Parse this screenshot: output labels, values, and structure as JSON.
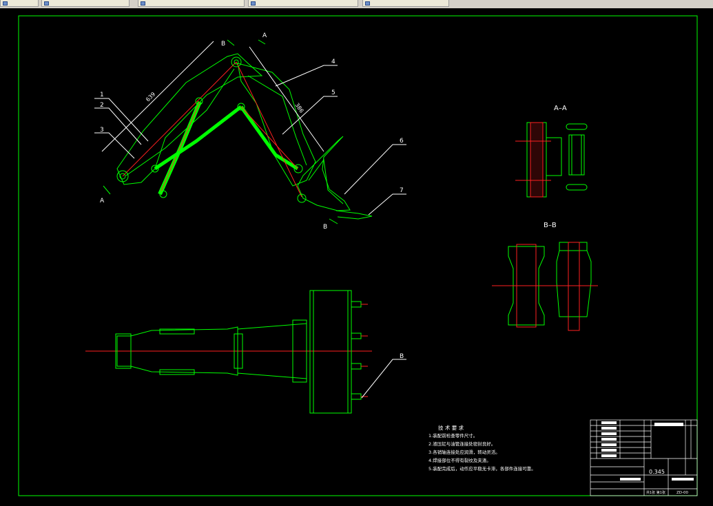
{
  "tabs": [
    {
      "label": "",
      "icon": "document-icon"
    },
    {
      "label": "",
      "icon": "document-icon"
    },
    {
      "label": "",
      "icon": "document-icon"
    },
    {
      "label": "",
      "icon": "document-icon"
    },
    {
      "label": "",
      "icon": "document-icon"
    }
  ],
  "drawing": {
    "section_labels": {
      "aa": "A–A",
      "bb": "B–B"
    },
    "cut_marks": {
      "a_top": "A",
      "a_bottom": "A",
      "b_top": "B",
      "b_bottom": "B",
      "b_plan": "B"
    },
    "part_numbers": [
      "1",
      "2",
      "3",
      "4",
      "5",
      "6",
      "7"
    ],
    "dimensions": {
      "boom": "639",
      "arm": "386"
    },
    "notes_title": "技 术 要 求",
    "notes": [
      "1.装配前检查零件尺寸。",
      "2.液压缸与油管连接处密封良好。",
      "3.各销轴连接处应润滑，转动灵活。",
      "4.焊接部位不得有裂纹及夹渣。",
      "5.装配完成后，动作应平稳无卡滞，各部件连接可靠。"
    ],
    "title_block": {
      "scale": "0.345",
      "sheet": "共1张 第1张",
      "code": "ZD-00"
    }
  },
  "colors": {
    "frame": "#00ff00",
    "part": "#00ff00",
    "center_line": "#ff2020",
    "text": "#ffffff",
    "background": "#000000"
  }
}
